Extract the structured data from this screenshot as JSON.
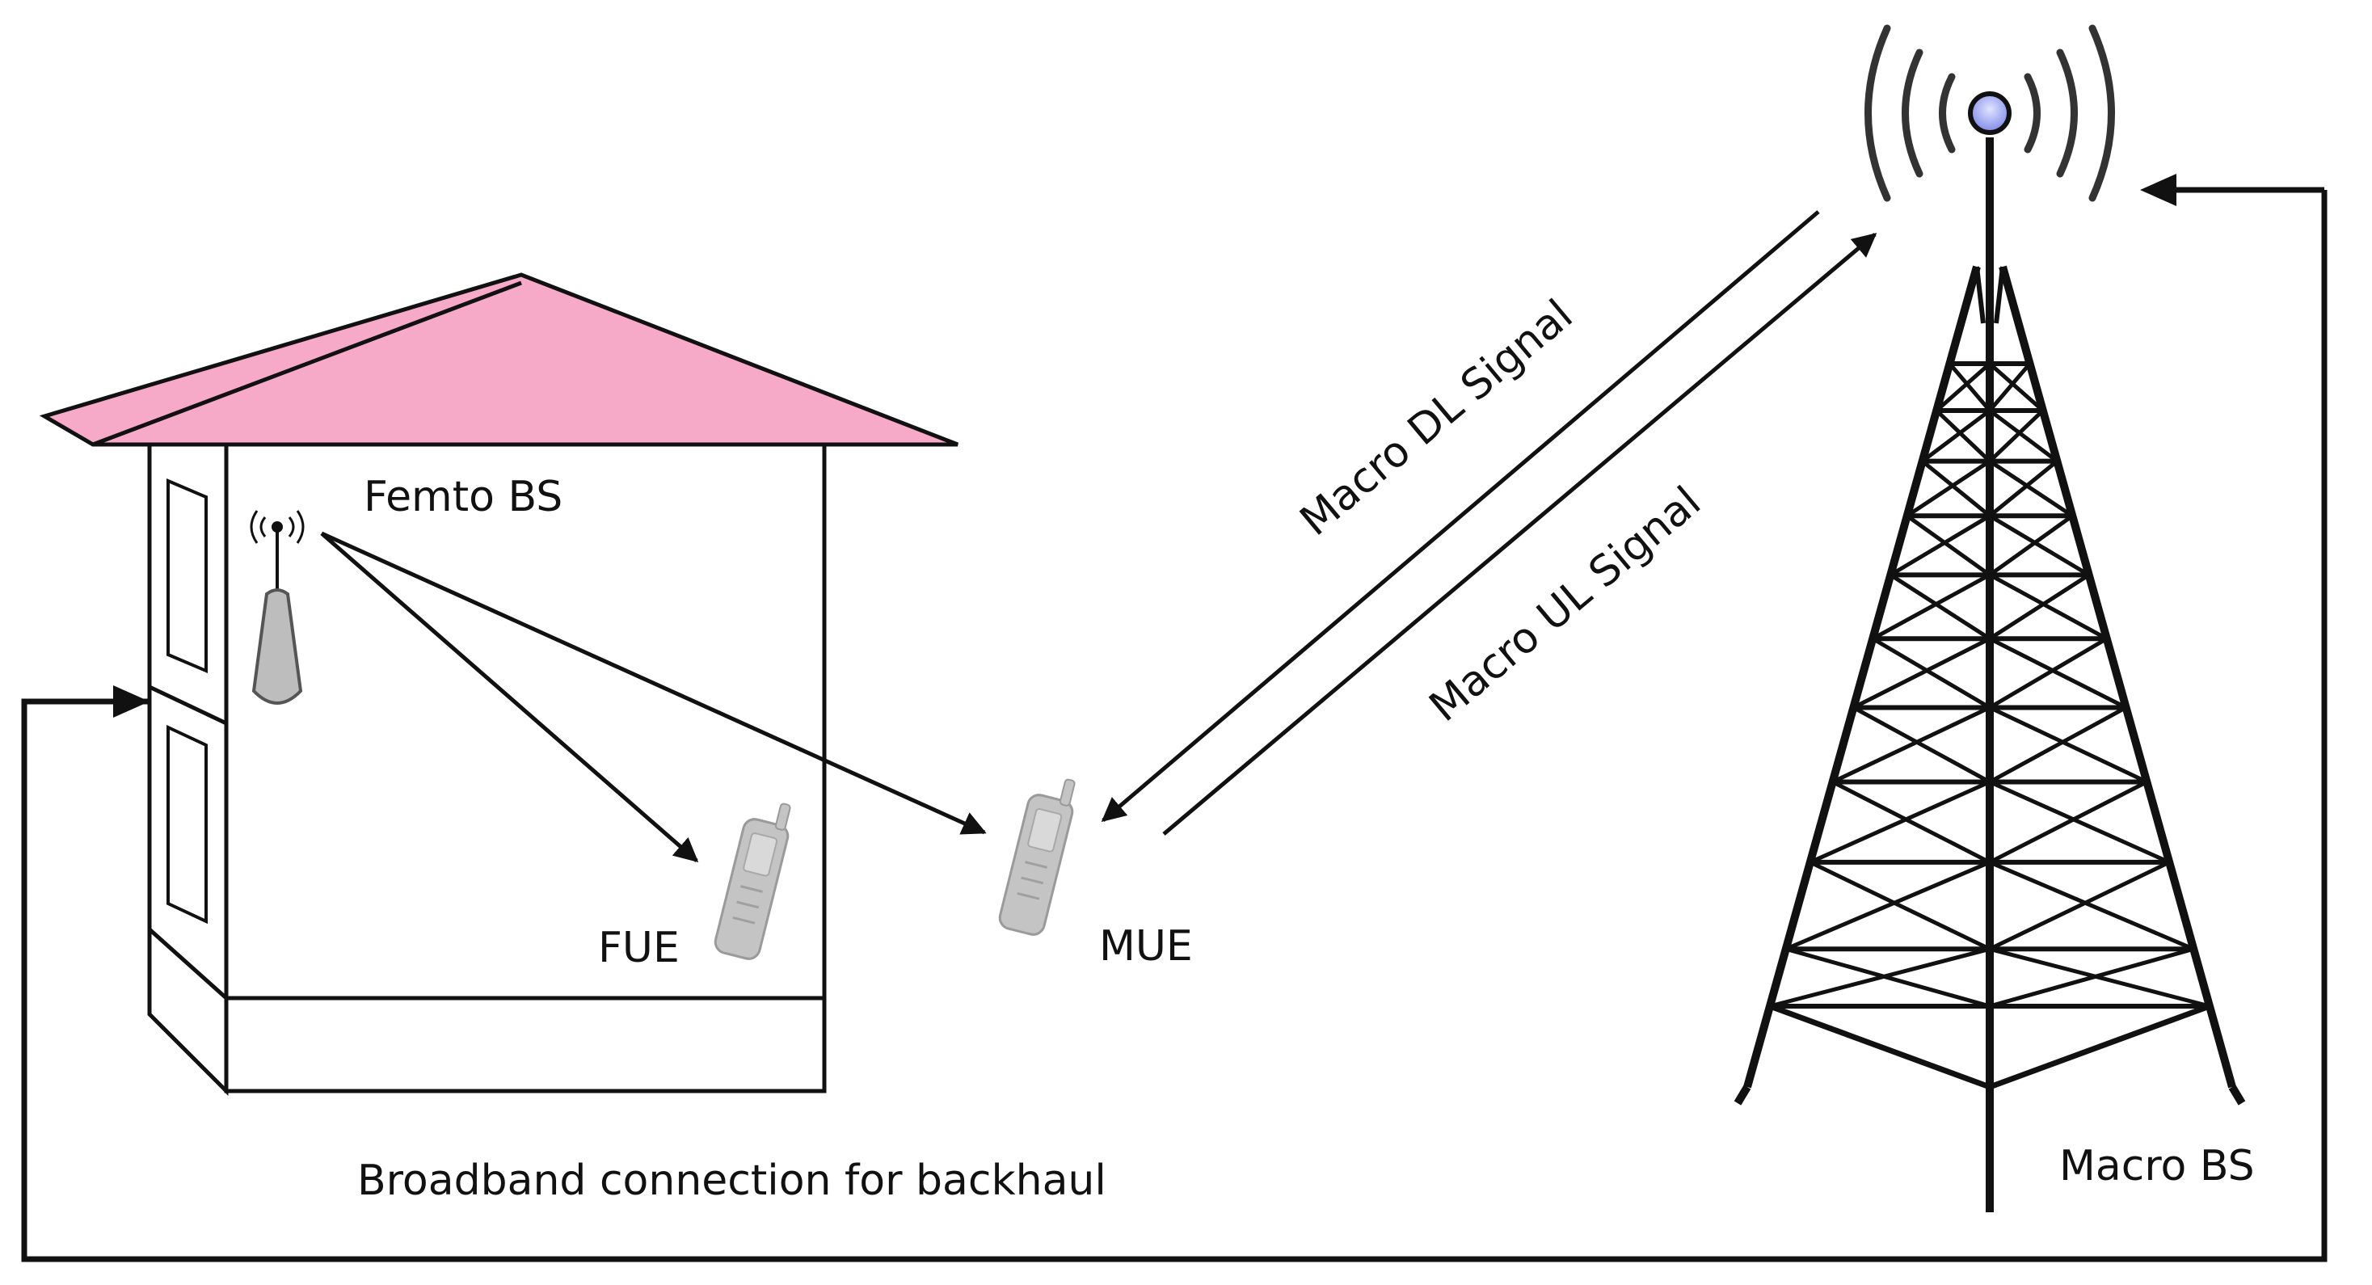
{
  "labels": {
    "femto_bs": "Femto BS",
    "fue": "FUE",
    "mue": "MUE",
    "macro_bs": "Macro BS",
    "macro_dl": "Macro DL Signal",
    "macro_ul": "Macro UL Signal",
    "backhaul": "Broadband connection for backhaul"
  },
  "colors": {
    "roof": "#f7aac8",
    "line": "#111111",
    "device": "#bdbdbd",
    "device_dark": "#8a8a8a",
    "tower_light": "#a9b2ff"
  }
}
